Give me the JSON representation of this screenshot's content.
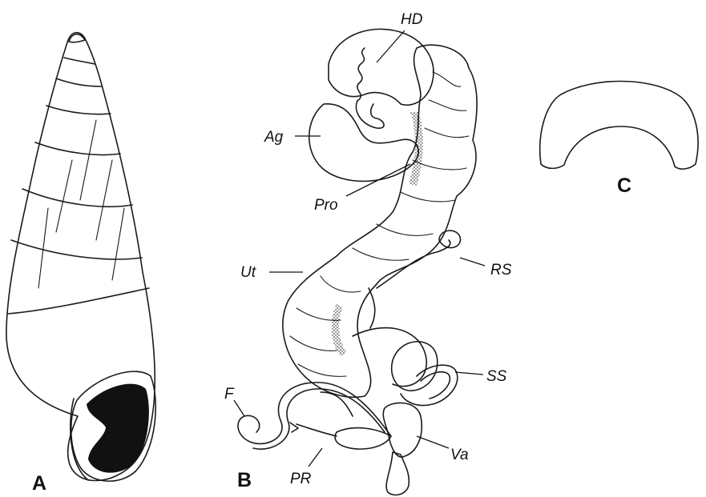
{
  "panels": {
    "a": "A",
    "b": "B",
    "c": "C"
  },
  "labels": {
    "hd": "HD",
    "ag": "Ag",
    "pro": "Pro",
    "ut": "Ut",
    "rs": "RS",
    "ss": "SS",
    "f": "F",
    "va": "Va",
    "pr": "PR"
  },
  "colors": {
    "ink": "#1a1a1a",
    "shadow": "#111111",
    "paper": "#ffffff"
  }
}
